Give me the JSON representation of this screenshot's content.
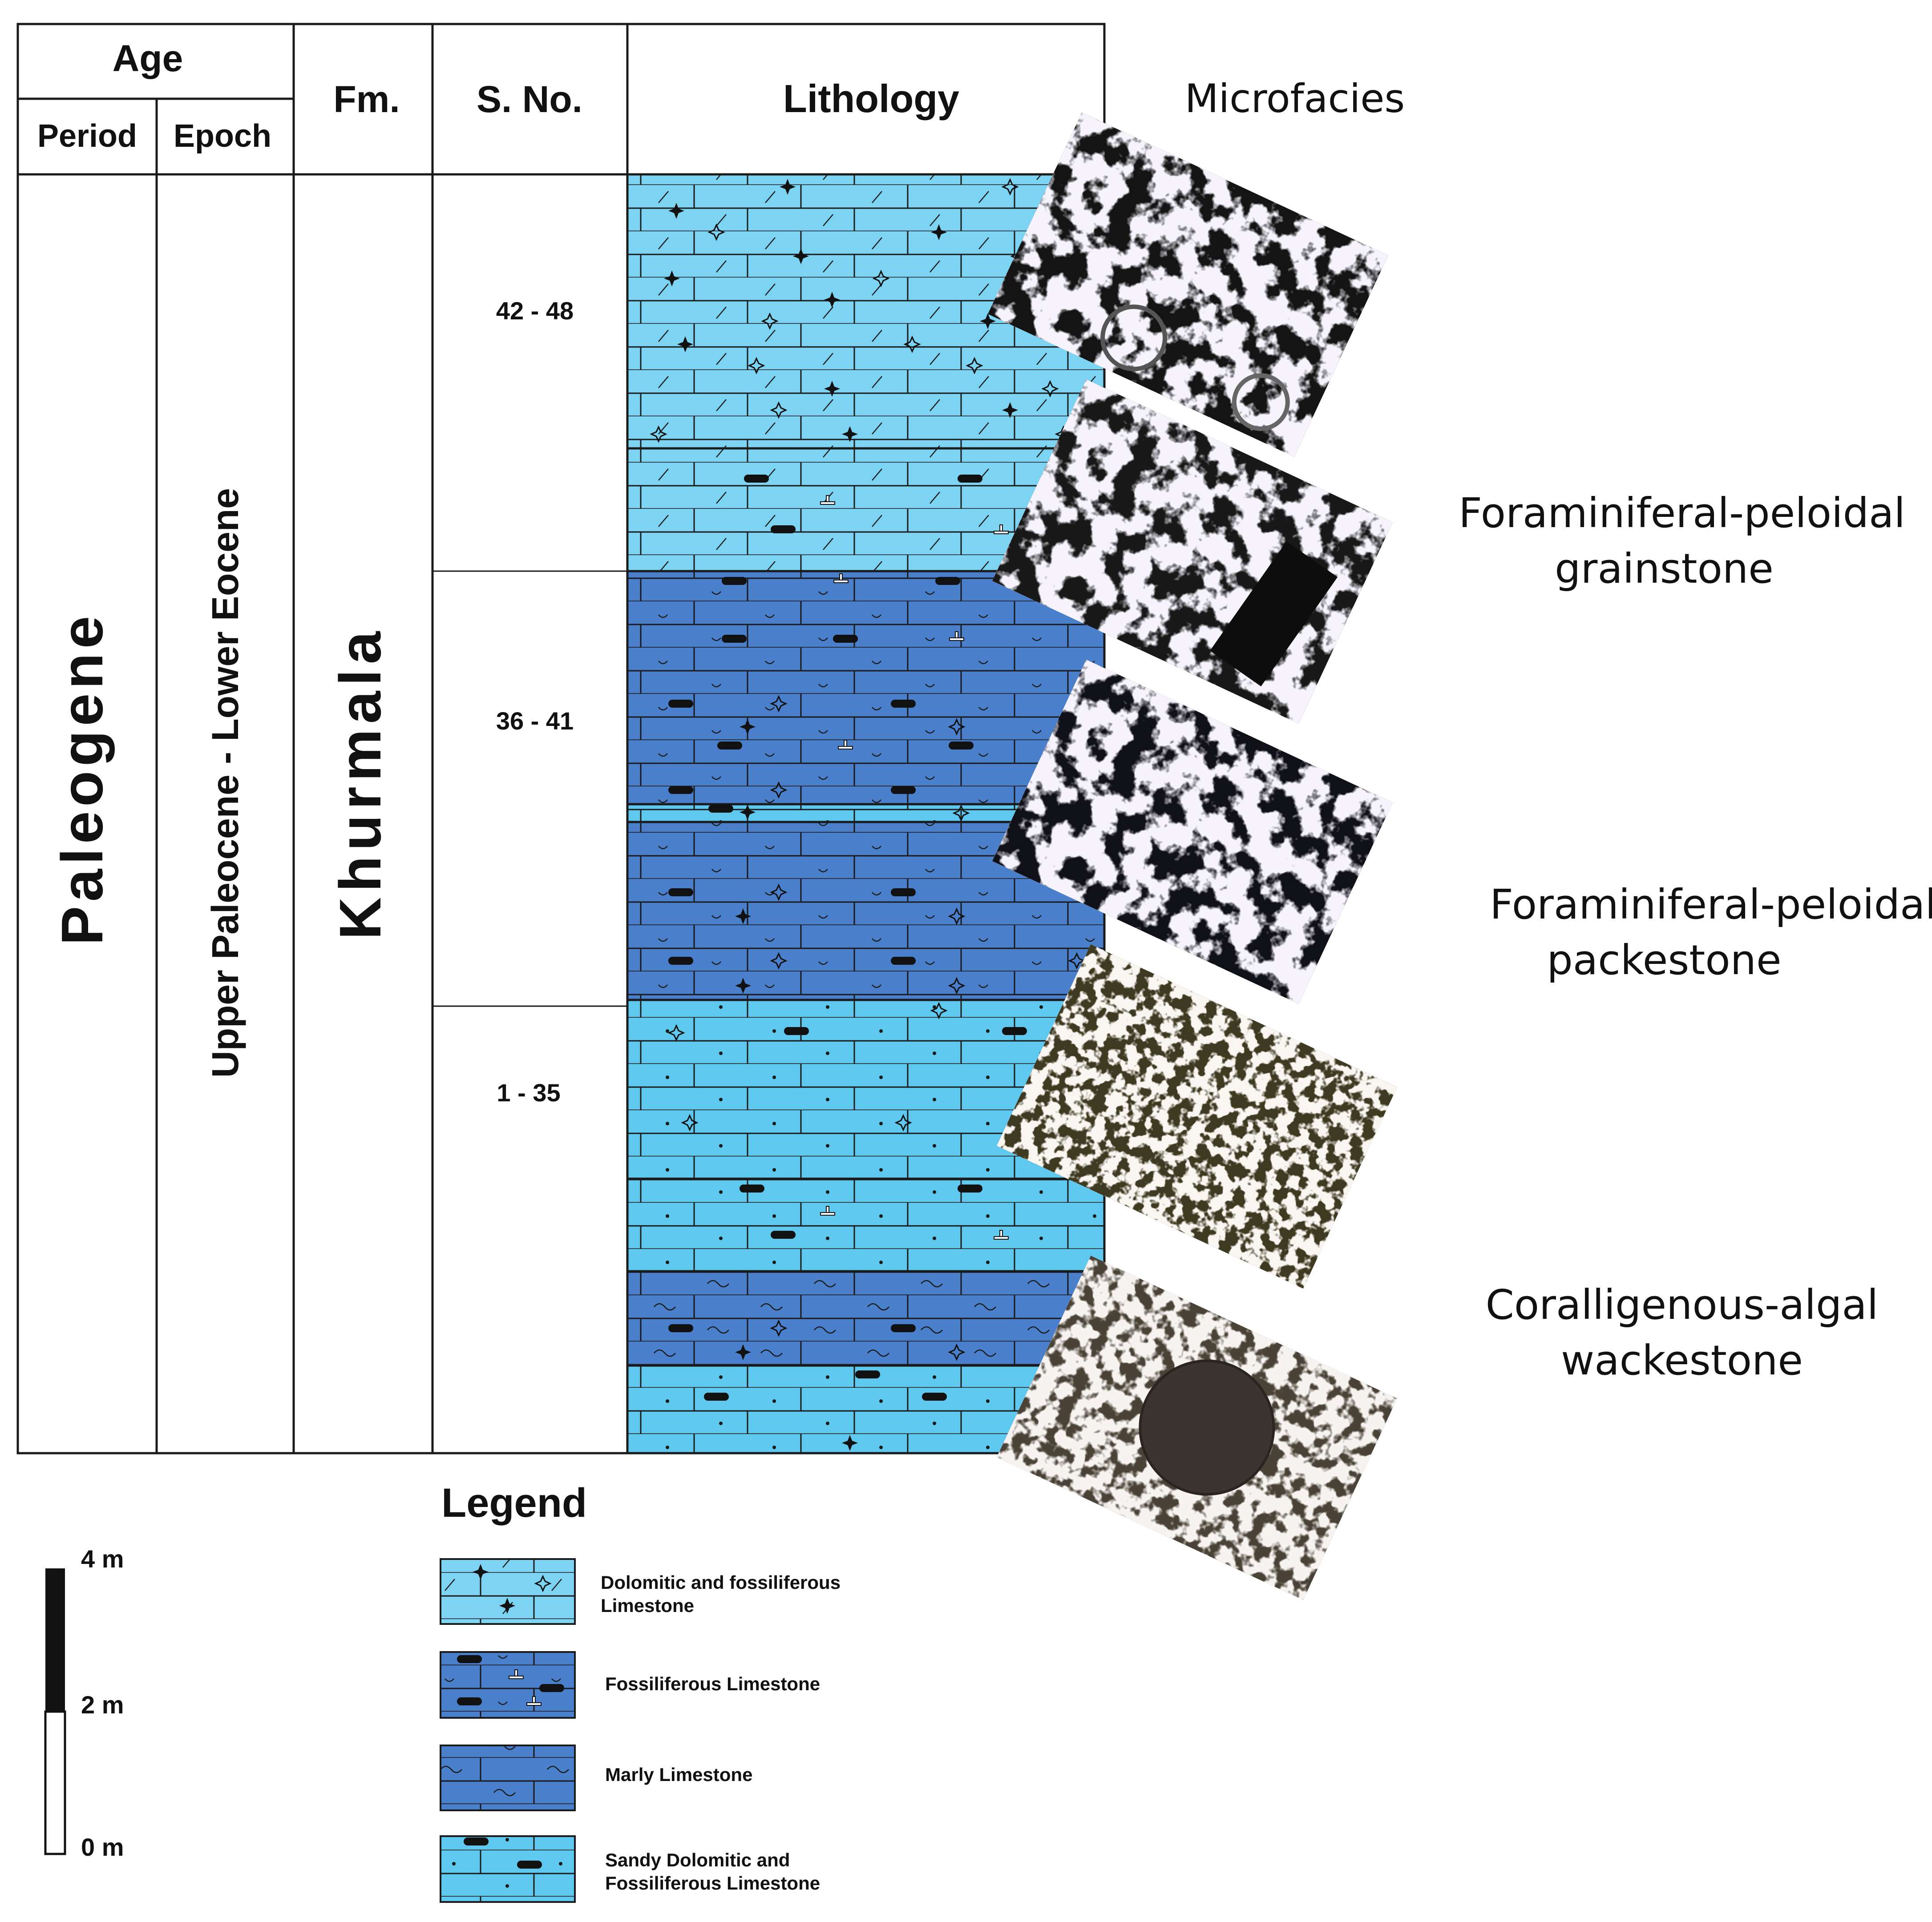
{
  "header": {
    "age": "Age",
    "period": "Period",
    "epoch": "Epoch",
    "formation": "Fm.",
    "sample_no": "S. No.",
    "lithology": "Lithology",
    "microfacies": "Microfacies"
  },
  "column": {
    "period": "Paleogene",
    "epoch": "Upper Paleocene - Lower Eocene",
    "formation": "Khurmala",
    "samples": [
      "42 - 48",
      "36 - 41",
      "1 - 35"
    ]
  },
  "microfacies": [
    {
      "line1": "Foraminiferal-peloidal",
      "line2": "grainstone"
    },
    {
      "line1": "Foraminiferal-peloidal",
      "line2": "packestone"
    },
    {
      "line1": "Coralligenous-algal",
      "line2": "wackestone"
    }
  ],
  "legend": {
    "title": "Legend",
    "items": [
      {
        "line1": "Dolomitic and fossiliferous",
        "line2": "Limestone"
      },
      {
        "line1": "Fossiliferous Limestone",
        "line2": ""
      },
      {
        "line1": "Marly Limestone",
        "line2": ""
      },
      {
        "line1": "Sandy Dolomitic and",
        "line2": "Fossiliferous Limestone"
      }
    ]
  },
  "scale": {
    "top": "4 m",
    "mid": "2 m",
    "bottom": "0 m"
  },
  "colors": {
    "light_blue": "#7dd4f2",
    "mid_blue": "#5ec8ef",
    "dark_blue": "#4a7fcc",
    "line": "#1a1a1a"
  }
}
